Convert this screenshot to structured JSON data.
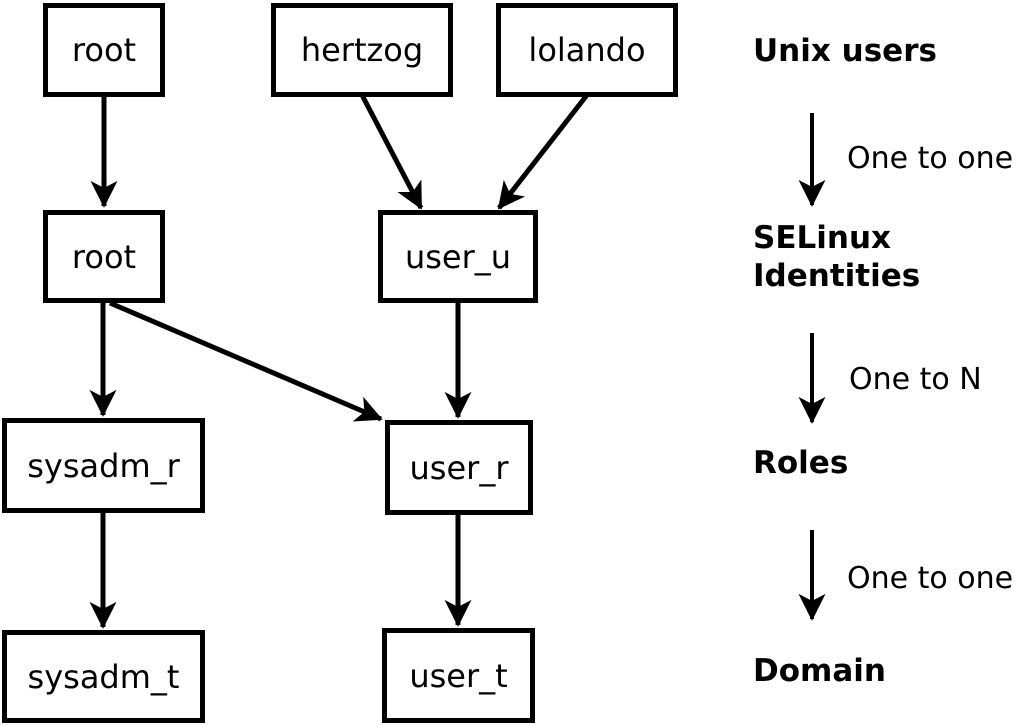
{
  "colors": {
    "foreground": "#000000",
    "background": "#ffffff"
  },
  "nodes": {
    "root_unix": "root",
    "hertzog": "hertzog",
    "lolando": "lolando",
    "root_selinux": "root",
    "user_u": "user_u",
    "sysadm_r": "sysadm_r",
    "user_r": "user_r",
    "sysadm_t": "sysadm_t",
    "user_t": "user_t"
  },
  "legend": {
    "unix_users": "Unix users",
    "map_unix_to_identity": "One to one",
    "selinux_identities": "SELinux Identities",
    "map_identity_to_roles": "One to N",
    "roles": "Roles",
    "map_roles_to_domain": "One to one",
    "domain": "Domain"
  }
}
